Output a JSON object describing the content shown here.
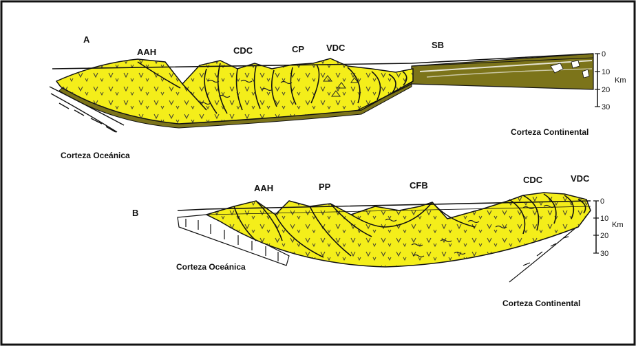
{
  "colors": {
    "fill_yellow": "#f4ee1a",
    "fill_olive": "#7c741a",
    "line": "#111111",
    "frame": "#111111",
    "background": "#ffffff"
  },
  "sectionA": {
    "letter": "A",
    "labels": [
      "AAH",
      "CDC",
      "CP",
      "VDC",
      "SB"
    ],
    "crust_oceanic": "Corteza Oceánica",
    "crust_continental": "Corteza Continental",
    "scale": {
      "ticks": [
        "0",
        "10",
        "20",
        "30"
      ],
      "unit": "Km"
    }
  },
  "sectionB": {
    "letter": "B",
    "labels": [
      "AAH",
      "PP",
      "CFB",
      "CDC",
      "VDC"
    ],
    "crust_oceanic": "Corteza Oceánica",
    "crust_continental": "Corteza Continental",
    "scale": {
      "ticks": [
        "0",
        "10",
        "20",
        "30"
      ],
      "unit": "Km"
    }
  },
  "icons": {
    "volcanic_mark": "v-pattern-icon",
    "sediment_mark": "wave-pattern-icon"
  }
}
